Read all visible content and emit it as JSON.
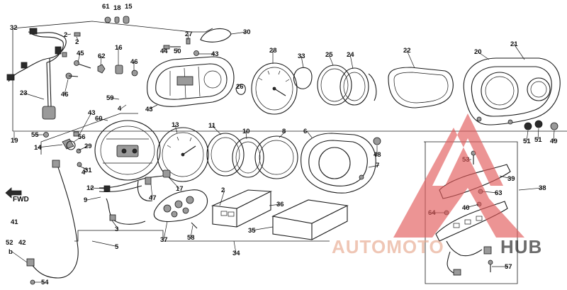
{
  "diagram": {
    "part_labels": [
      {
        "id": "61",
        "text": "61"
      },
      {
        "id": "18",
        "text": "18"
      },
      {
        "id": "15",
        "text": "15"
      },
      {
        "id": "32",
        "text": "32"
      },
      {
        "id": "2a",
        "text": "2"
      },
      {
        "id": "2b",
        "text": "2"
      },
      {
        "id": "45",
        "text": "45"
      },
      {
        "id": "62",
        "text": "62"
      },
      {
        "id": "16",
        "text": "16"
      },
      {
        "id": "46a",
        "text": "46"
      },
      {
        "id": "46b",
        "text": "46"
      },
      {
        "id": "23",
        "text": "23"
      },
      {
        "id": "27",
        "text": "27"
      },
      {
        "id": "30",
        "text": "30"
      },
      {
        "id": "44",
        "text": "44"
      },
      {
        "id": "50",
        "text": "50"
      },
      {
        "id": "43a",
        "text": "43"
      },
      {
        "id": "43b",
        "text": "43"
      },
      {
        "id": "43c",
        "text": "43"
      },
      {
        "id": "28",
        "text": "28"
      },
      {
        "id": "33",
        "text": "33"
      },
      {
        "id": "25",
        "text": "25"
      },
      {
        "id": "24",
        "text": "24"
      },
      {
        "id": "22",
        "text": "22"
      },
      {
        "id": "20",
        "text": "20"
      },
      {
        "id": "21",
        "text": "21"
      },
      {
        "id": "26",
        "text": "26"
      },
      {
        "id": "59",
        "text": "59"
      },
      {
        "id": "4a",
        "text": "4"
      },
      {
        "id": "4b",
        "text": "4"
      },
      {
        "id": "60",
        "text": "60"
      },
      {
        "id": "19",
        "text": "19"
      },
      {
        "id": "55",
        "text": "55"
      },
      {
        "id": "56",
        "text": "56"
      },
      {
        "id": "14",
        "text": "14"
      },
      {
        "id": "29",
        "text": "29"
      },
      {
        "id": "31",
        "text": "31"
      },
      {
        "id": "13",
        "text": "13"
      },
      {
        "id": "11",
        "text": "11"
      },
      {
        "id": "10",
        "text": "10"
      },
      {
        "id": "8",
        "text": "8"
      },
      {
        "id": "6",
        "text": "6"
      },
      {
        "id": "48",
        "text": "48"
      },
      {
        "id": "7",
        "text": "7"
      },
      {
        "id": "51a",
        "text": "51"
      },
      {
        "id": "51b",
        "text": "51"
      },
      {
        "id": "49",
        "text": "49"
      },
      {
        "id": "53",
        "text": "53"
      },
      {
        "id": "39",
        "text": "39"
      },
      {
        "id": "38",
        "text": "38"
      },
      {
        "id": "63",
        "text": "63"
      },
      {
        "id": "12",
        "text": "12"
      },
      {
        "id": "9",
        "text": "9"
      },
      {
        "id": "17",
        "text": "17"
      },
      {
        "id": "47",
        "text": "47"
      },
      {
        "id": "2c",
        "text": "2"
      },
      {
        "id": "3",
        "text": "3"
      },
      {
        "id": "36",
        "text": "36"
      },
      {
        "id": "64",
        "text": "64"
      },
      {
        "id": "40",
        "text": "40"
      },
      {
        "id": "37",
        "text": "37"
      },
      {
        "id": "58",
        "text": "58"
      },
      {
        "id": "35",
        "text": "35"
      },
      {
        "id": "5",
        "text": "5"
      },
      {
        "id": "34",
        "text": "34"
      },
      {
        "id": "41",
        "text": "41"
      },
      {
        "id": "52",
        "text": "52"
      },
      {
        "id": "42",
        "text": "42"
      },
      {
        "id": "b",
        "text": "b"
      },
      {
        "id": "54",
        "text": "54"
      },
      {
        "id": "57",
        "text": "57"
      }
    ],
    "fwd_label": "FWD"
  },
  "watermark": {
    "text_auto": "AUTOMOTO",
    "text_hub": "HUB",
    "accent_color": "#e8a98f",
    "hub_color": "#1f1f1f",
    "logo_color": "#e25b5b"
  }
}
